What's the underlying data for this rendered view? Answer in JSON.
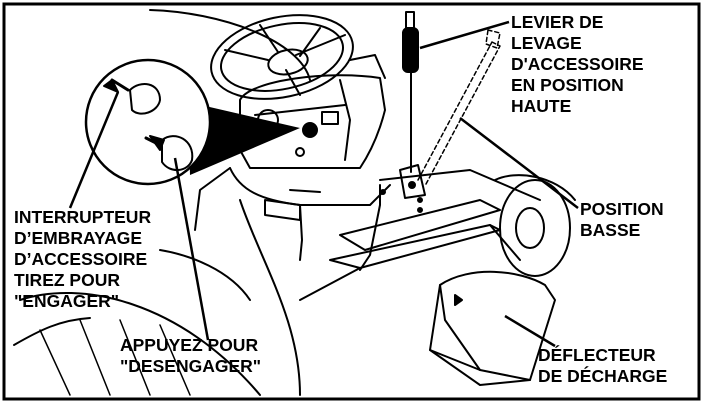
{
  "labels": {
    "lift_lever": [
      "LEVIER DE",
      "LEVAGE",
      "D'ACCESSOIRE",
      "EN POSITION",
      "HAUTE"
    ],
    "low_position": [
      "POSITION",
      "BASSE"
    ],
    "pto_switch": [
      "INTERRUPTEUR",
      "D’EMBRAYAGE",
      "D’ACCESSOIRE",
      "TIREZ POUR",
      "\"ENGAGER\""
    ],
    "press_disengage": [
      "APPUYEZ POUR",
      "\"DESENGAGER\""
    ],
    "discharge_deflector": [
      "DÉFLECTEUR",
      "DE DÉCHARGE"
    ]
  }
}
